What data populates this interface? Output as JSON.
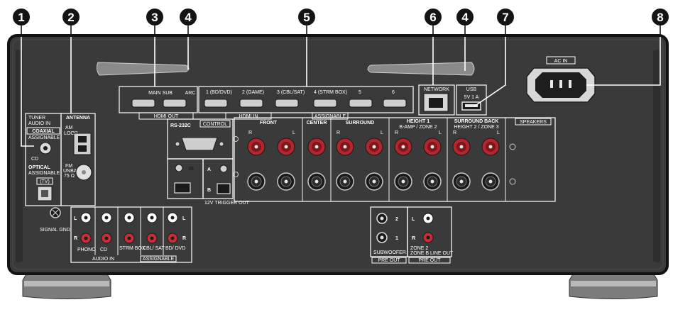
{
  "callouts": [
    "1",
    "2",
    "3",
    "4",
    "4",
    "5",
    "6",
    "7",
    "8"
  ],
  "labels": {
    "tuner": "TUNER",
    "audio_in": "AUDIO IN",
    "antenna": "ANTENNA",
    "coaxial": "COAXIAL",
    "assignable_1": "ASSIGNABLE",
    "cd_1": "CD",
    "optical": "OPTICAL",
    "assignable_2": "ASSIGNABLE",
    "tv": "(TV)",
    "am": "AM",
    "loop": "LOOP",
    "fm": "FM",
    "unbal": "UNBAL",
    "ohm": "75 Ω",
    "hdmi_out": "HDMI OUT",
    "hdmi_out_sub": "MAIN  SUB",
    "hdmi_out_arc": "ARC",
    "hdmi_in": "HDMI IN",
    "assignable_hdmi": "ASSIGNABLE",
    "hdmi_1": "1 (BD/DVD)",
    "hdmi_2": "2 (GAME)",
    "hdmi_3": "3 (CBL/SAT)",
    "hdmi_4": "4 (STRM BOX)",
    "hdmi_5": "5",
    "hdmi_6": "6",
    "network": "NETWORK",
    "usb": "USB",
    "usb_spec": "5V 1 A",
    "ac_in": "AC IN",
    "rs232c": "RS-232C",
    "control": "CONTROL",
    "ir": "IR",
    "trig_a": "A",
    "trig_b": "B",
    "trigger_out": "12V TRIGGER OUT",
    "speakers": "SPEAKERS",
    "front": "FRONT",
    "center": "CENTER",
    "surround": "SURROUND",
    "height1": "HEIGHT 1",
    "height1_sub": "B-AMP / ZONE 2",
    "surround_back": "SURROUND BACK",
    "surround_back_sub": "HEIGHT 2 / ZONE 3",
    "spk_r": "R",
    "spk_l": "L",
    "signal_gnd": "SIGNAL GND",
    "rca_l": "L",
    "rca_r": "R",
    "phono": "PHONO",
    "cd_2": "CD",
    "strm_box": "STRM BOX",
    "cbl_sat": "CBL/ SAT",
    "bd_dvd": "BD/ DVD",
    "audio_in_bottom": "AUDIO IN",
    "assignable_bottom": "ASSIGNABLE",
    "subwoofer": "SUBWOOFER",
    "pre_out": "PRE OUT",
    "sub_1": "1",
    "sub_2": "2",
    "zone2": "ZONE 2",
    "zone2_line": "ZONE B LINE OUT",
    "zone_l": "L",
    "zone_r": "R"
  },
  "colors": {
    "chassis": "#3a3a3a",
    "chassis_edge": "#121212",
    "panel_line": "#f2f2f2",
    "binding_red": "#b3262e",
    "binding_black": "#1a1a1a",
    "callout": "#141414"
  }
}
